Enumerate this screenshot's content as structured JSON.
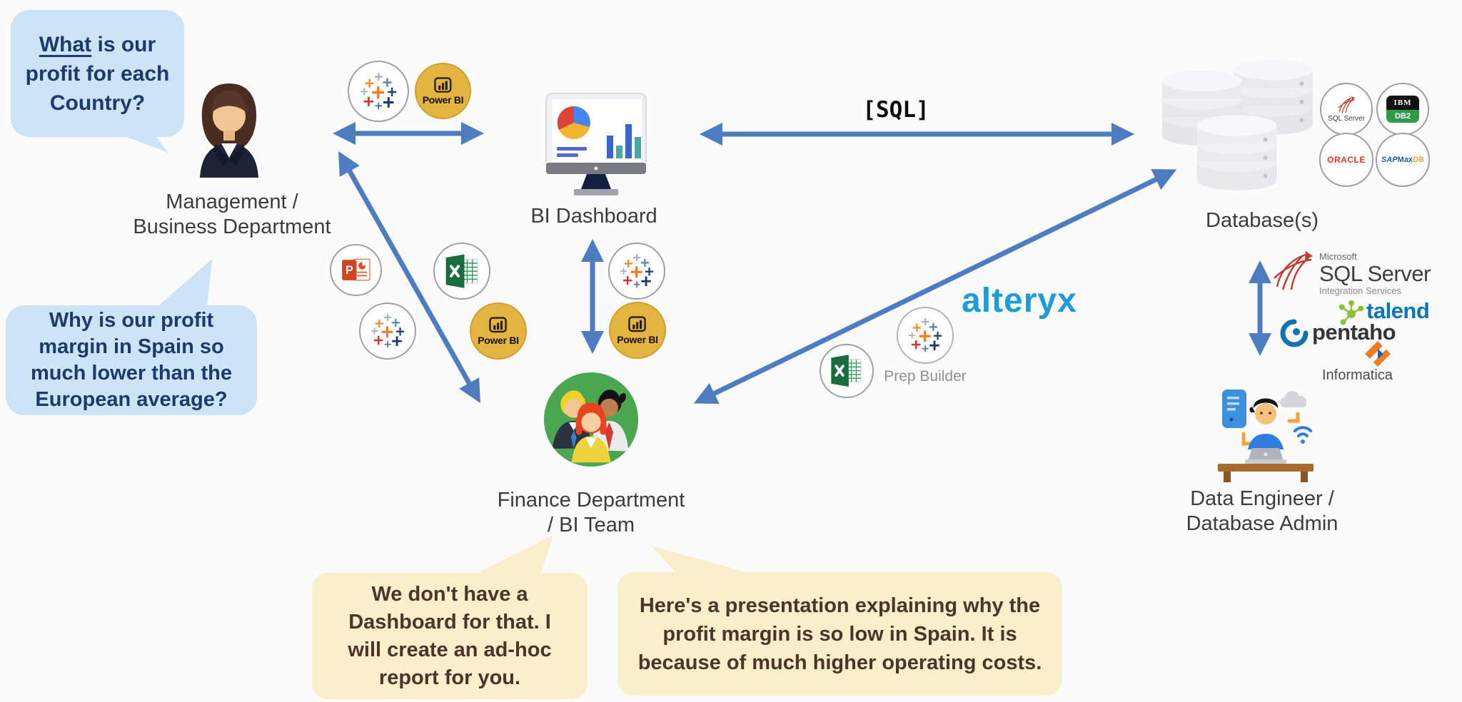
{
  "colors": {
    "arrow_blue": "#4d7cc0",
    "question_bubble_bg": "#cde3f6",
    "question_text": "#1c3a6b",
    "answer_bubble_bg": "#faeecb",
    "answer_text": "#4a3628",
    "alteryx_blue": "#1e9cd8",
    "powerbi_gold": "#e3b440",
    "finance_green": "#4aa64f"
  },
  "bubbles": {
    "q1": {
      "underlined": "What",
      "after_underline": " is our",
      "line2": "profit for each",
      "line3": "Country?"
    },
    "q2": {
      "lines": [
        "Why is our profit",
        "margin in Spain so",
        "much lower than the",
        "European average?"
      ]
    },
    "a1": {
      "lines": [
        "We don't have a",
        "Dashboard for that. I",
        "will create an ad-hoc",
        "report for you."
      ]
    },
    "a2": {
      "lines": [
        "Here's a presentation explaining why the",
        "profit margin is so low in Spain. It is",
        "because of much higher operating costs."
      ]
    }
  },
  "entities": {
    "management": {
      "line1": "Management /",
      "line2": "Business Department"
    },
    "bi_dashboard": {
      "label": "BI Dashboard"
    },
    "database": {
      "label": "Database(s)"
    },
    "finance": {
      "line1": "Finance Department",
      "line2": "/ BI Team"
    },
    "data_engineer": {
      "line1": "Data Engineer /",
      "line2": "Database Admin"
    }
  },
  "connections": {
    "sql_label": "[SQL]"
  },
  "tools": {
    "power_bi": "Power BI",
    "prep_builder": "Prep Builder",
    "alteryx": "alteryx"
  },
  "vendors": {
    "sql_server_small": "SQL Server",
    "ibm": "IBM",
    "db2": "DB2",
    "oracle": "ORACLE",
    "sap": "SAP",
    "maxdb_max": "Max",
    "maxdb_db": "DB",
    "microsoft": "Microsoft",
    "sql_server": "SQL Server",
    "integration_services": "Integration Services",
    "talend": "talend",
    "pentaho": "pentaho",
    "informatica": "Informatica"
  }
}
